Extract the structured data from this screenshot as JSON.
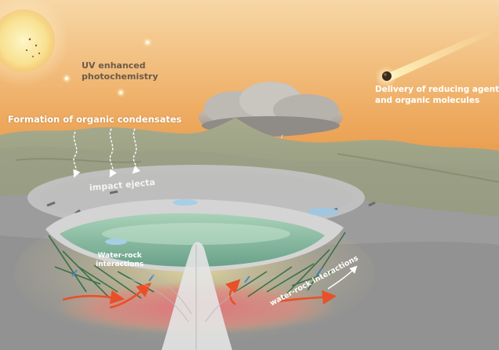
{
  "labels": {
    "uv_line1": "UV enhanced",
    "uv_line2": "photochemistry",
    "organic_condensates": "Formation of organic condensates",
    "delivery_line1": "Delivery of reducing agents",
    "delivery_line2": "and organic molecules",
    "impact_ejecta": "impact ejecta",
    "water_rock_line1": "Water-rock",
    "water_rock_line2": "interactions",
    "water_rock_lower": "water-rock interactions"
  },
  "colors": {
    "sky_top": "#f5c98a",
    "sky_horizon": "#e8953a",
    "sun": "#fbf0b0",
    "lake": "#7fb89a",
    "heat_zone": "#d9767a",
    "flow_arrow": "#e8502a",
    "fault_line": "#2e6b3e"
  },
  "icons": {
    "sun": "sun-icon",
    "meteor": "meteor-icon",
    "cloud": "storm-cloud-icon"
  }
}
